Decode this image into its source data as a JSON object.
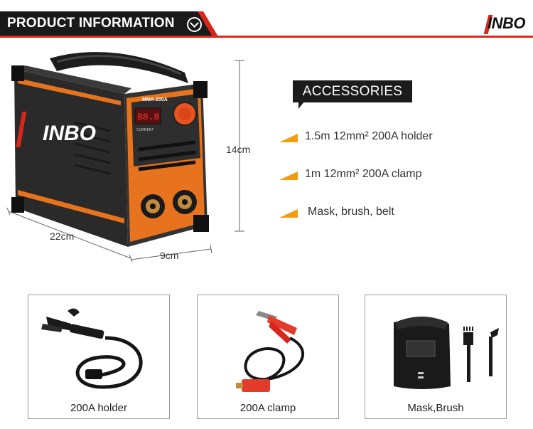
{
  "header": {
    "title": "PRODUCT INFORMATION",
    "brand": "INBO",
    "colors": {
      "bar": "#1a1a1a",
      "accent": "#d9261c"
    }
  },
  "product": {
    "model": "MMA-200A",
    "panel_label": "CURRENT",
    "brand_on_case": "INBO",
    "dimensions": {
      "height": "14cm",
      "length": "22cm",
      "width": "9cm"
    }
  },
  "accessories": {
    "title": "ACCESSORIES",
    "items": [
      {
        "text": "1.5m 12mm²  200A holder"
      },
      {
        "text": "1m 12mm²  200A clamp"
      },
      {
        "text": "Mask, brush, belt"
      }
    ]
  },
  "cards": [
    {
      "label": "200A holder",
      "icon": "electrode-holder-icon"
    },
    {
      "label": "200A clamp",
      "icon": "ground-clamp-icon"
    },
    {
      "label": "Mask,Brush",
      "icon": "welding-mask-icon"
    }
  ]
}
